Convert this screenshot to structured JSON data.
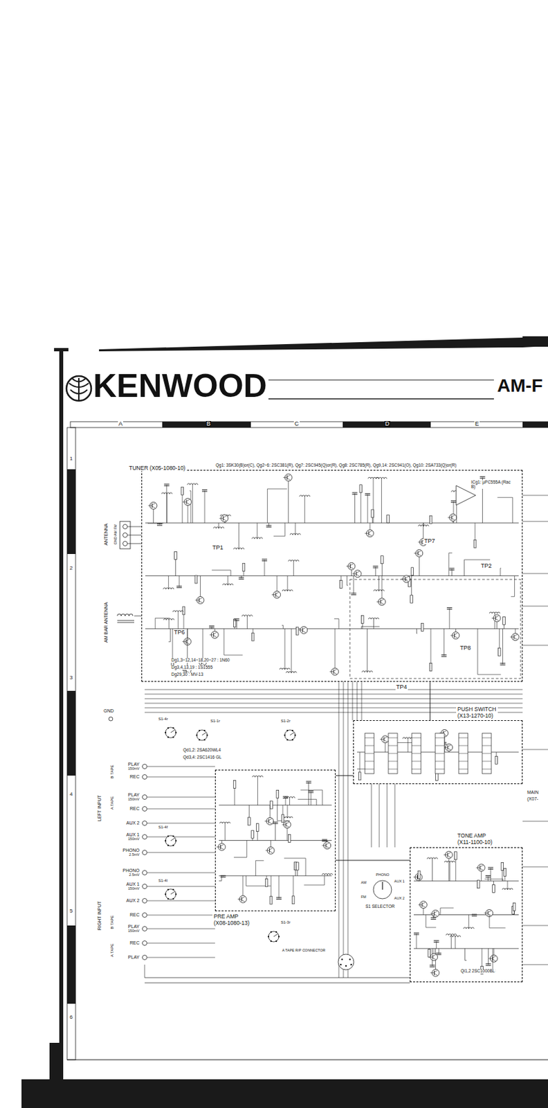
{
  "diagram": {
    "title": "KENWOOD",
    "nodes": [
      {
        "text": [
          "TUNER (X05-1080-10)"
        ]
      },
      {
        "text": [
          "PUSH SWITCH",
          "(X13-1270-10)"
        ]
      },
      {
        "text": [
          "PRE AMP",
          "(X08-1080-13)"
        ]
      },
      {
        "text": [
          "TONE AMP",
          "(X11-1100-10)"
        ]
      }
    ],
    "edges": [
      {
        "from": 0,
        "to": 1,
        "arrow": "none"
      },
      {
        "from": 2,
        "to": 1,
        "arrow": "none"
      },
      {
        "from": 2,
        "to": 3,
        "arrow": "none"
      }
    ],
    "labels": [
      "AM-F",
      "A",
      "B",
      "C",
      "D",
      "E",
      "1",
      "2",
      "3",
      "4",
      "5",
      "6",
      "Qg1: 3SK30(B)or(C), Qg2~6: 2SC381(R), Qg7: 2SC945(Q)or(R), Qg8: 2SC785(R), Qg9,14: 2SC941(O), Qg10: 2SA733(Q)or(R)",
      "ICg1: µPC555A (Rac B)",
      "ANTENNA",
      "GND AM FM",
      "TP1",
      "TP7",
      "TP2",
      "AM BAR ANTENNA",
      "TP6",
      "TP8",
      "Dg1,3~12,14~18,20~27 : 1N60",
      "Dg3,4,13,19 : 1S1555",
      "Dg29,30 : MV-13",
      "TP4",
      "GND",
      "S1-4r",
      "S1-1r",
      "S1-2r",
      "Qd1,2: 2SA620WL4",
      "Qd3,4: 2SC1416 GL",
      "B TAPE",
      "A TAPE",
      "LEFT INPUT",
      "PLAY",
      "150mV",
      "REC",
      "PLAY",
      "150mV",
      "REC",
      "AUX 2",
      "AUX 1",
      "150mV",
      "PHONO",
      "2.5mV",
      "MAIN",
      "(X07-",
      "S1-4f",
      "RIGHT INPUT",
      "B TAPE",
      "A TAPE",
      "PHONO",
      "2.5mV",
      "AUX 1",
      "150mV",
      "AUX 2",
      "REC",
      "PLAY",
      "150mV",
      "REC",
      "PLAY",
      "S1-4l",
      "PHONO",
      "AUX 1",
      "AM",
      "FM",
      "AUX 2",
      "S1 SELECTOR",
      "S1-3r",
      "A TAPE R/P CONNECTOR",
      "Qi1,2 2SC1000BL"
    ]
  }
}
